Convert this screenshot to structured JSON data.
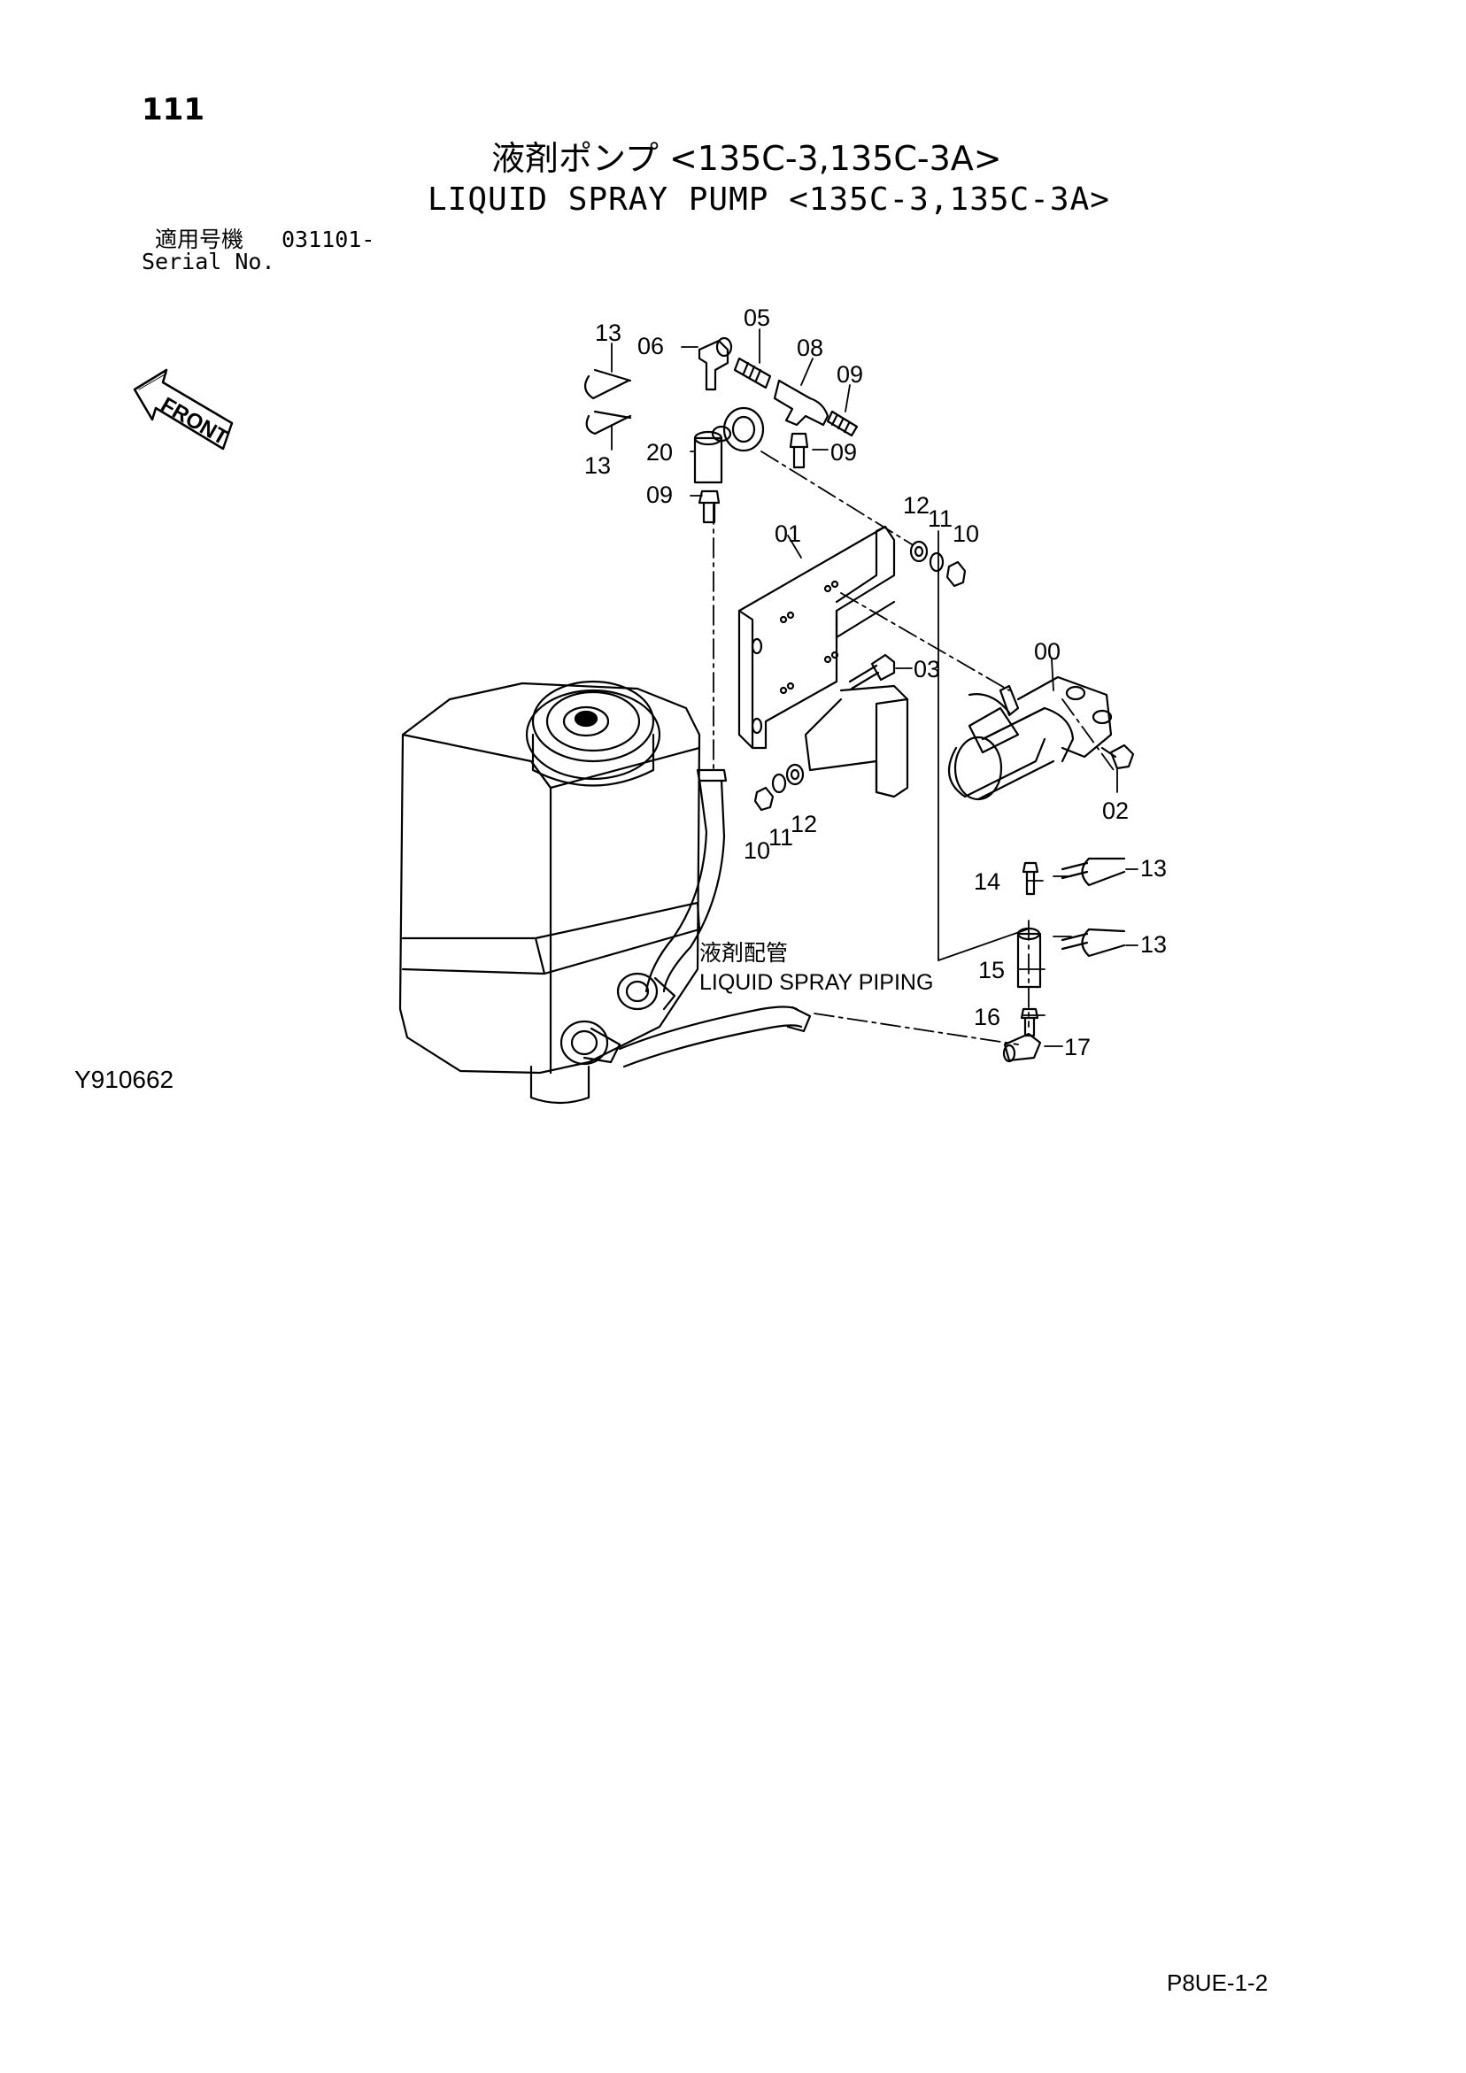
{
  "header": {
    "page_number": "111",
    "title_ja": "液剤ポンプ <135C-3,135C-3A>",
    "title_en": "LIQUID SPRAY PUMP <135C-3,135C-3A>",
    "serial_label_ja": "適用号機",
    "serial_value": "031101-",
    "serial_label_en": "Serial No."
  },
  "front_marker": "FRONT",
  "callouts": {
    "c00": "00",
    "c01": "01",
    "c02": "02",
    "c03": "03",
    "c05": "05",
    "c06": "06",
    "c08": "08",
    "c09a": "09",
    "c09b": "09",
    "c09c": "09",
    "c10a": "10",
    "c10b": "10",
    "c11a": "11",
    "c11b": "11",
    "c12a": "12",
    "c12b": "12",
    "c13a": "13",
    "c13b": "13",
    "c13c": "13",
    "c13d": "13",
    "c14": "14",
    "c15": "15",
    "c16": "16",
    "c17": "17",
    "c20": "20"
  },
  "piping_label_ja": "液剤配管",
  "piping_label_en": "LIQUID SPRAY PIPING",
  "footer": {
    "drawing_id": "Y910662",
    "ref_code": "P8UE-1-2"
  }
}
